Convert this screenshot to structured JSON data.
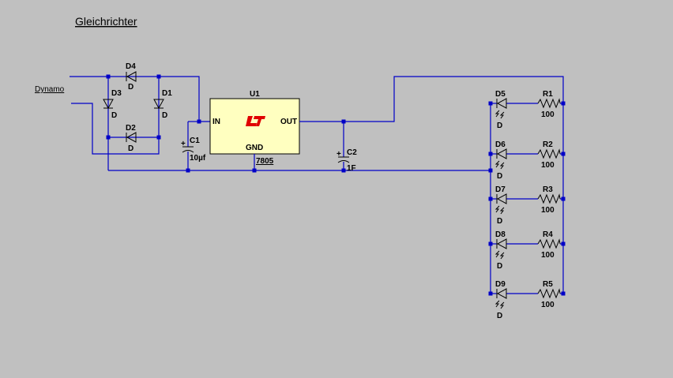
{
  "title": "Gleichrichter",
  "input_label": "Dynamo",
  "colors": {
    "wire": "#0000c8",
    "background": "#c0c0c0",
    "regulator_fill": "#ffffc0",
    "logo": "#e00000"
  },
  "bridge": [
    {
      "name": "D4",
      "type": "D"
    },
    {
      "name": "D3",
      "type": "D"
    },
    {
      "name": "D1",
      "type": "D"
    },
    {
      "name": "D2",
      "type": "D"
    }
  ],
  "regulator": {
    "ref": "U1",
    "part": "7805",
    "pin_in": "IN",
    "pin_out": "OUT",
    "pin_gnd": "GND",
    "logo_icon": "lt-logo-icon"
  },
  "capacitors": [
    {
      "name": "C1",
      "value": "10µf"
    },
    {
      "name": "C2",
      "value": "1F"
    }
  ],
  "leds": [
    {
      "diode": "D5",
      "type": "D",
      "resistor": "R1",
      "value": "100"
    },
    {
      "diode": "D6",
      "type": "D",
      "resistor": "R2",
      "value": "100"
    },
    {
      "diode": "D7",
      "type": "D",
      "resistor": "R3",
      "value": "100"
    },
    {
      "diode": "D8",
      "type": "D",
      "resistor": "R4",
      "value": "100"
    },
    {
      "diode": "D9",
      "type": "D",
      "resistor": "R5",
      "value": "100"
    }
  ]
}
